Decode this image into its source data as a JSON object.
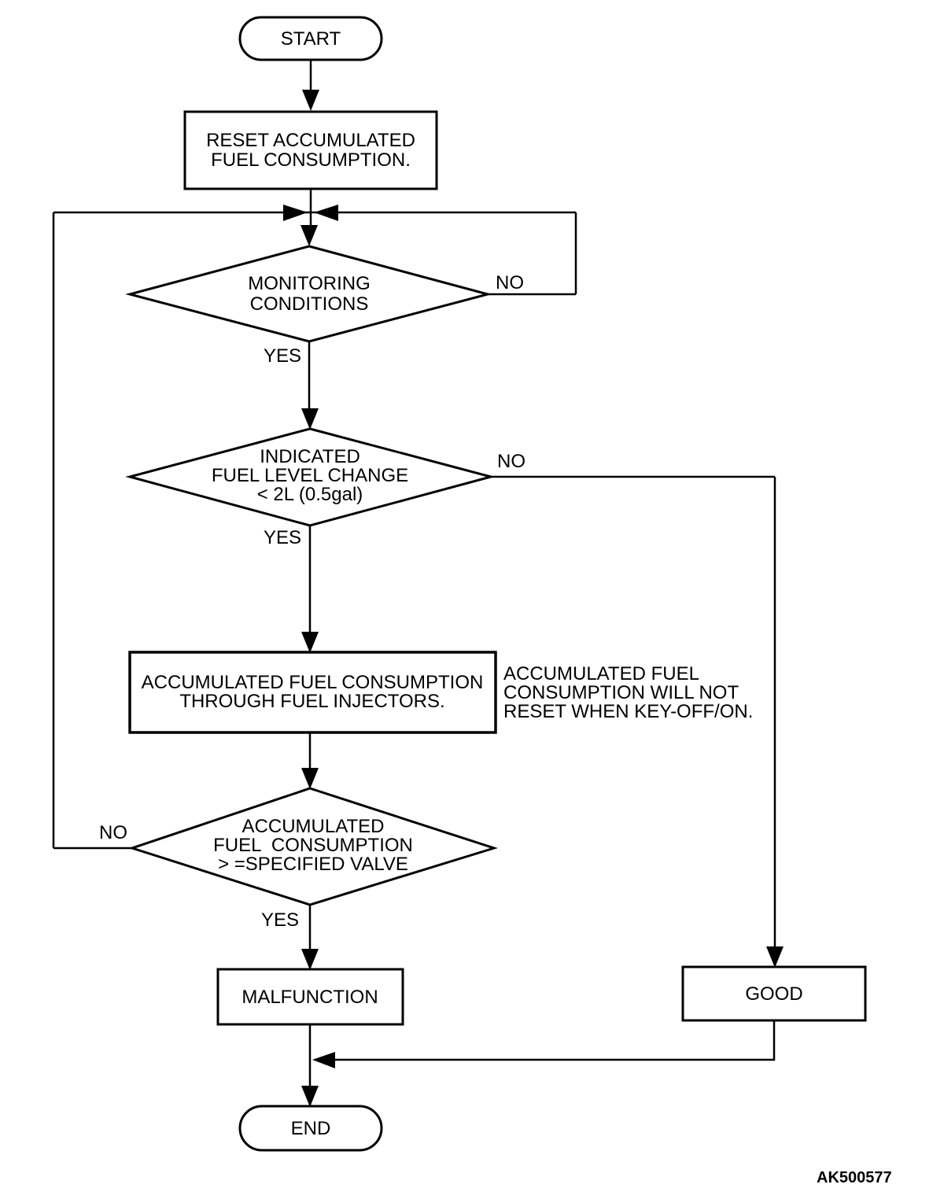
{
  "figure": {
    "id_label": "AK500577",
    "background": "#ffffff",
    "line_color": "#000000"
  },
  "nodes": {
    "start": {
      "type": "terminator",
      "label": "START"
    },
    "reset": {
      "type": "process",
      "line1": "RESET ACCUMULATED",
      "line2": "FUEL CONSUMPTION."
    },
    "monitoring": {
      "type": "decision",
      "line1": "MONITORING",
      "line2": "CONDITIONS"
    },
    "fuel_level": {
      "type": "decision",
      "line1": "INDICATED",
      "line2": "FUEL LEVEL CHANGE",
      "line3": "< 2L (0.5gal)"
    },
    "accumulated": {
      "type": "process",
      "line1": "ACCUMULATED FUEL CONSUMPTION",
      "line2": "THROUGH FUEL INJECTORS."
    },
    "side_note": {
      "type": "annotation",
      "line1": "ACCUMULATED FUEL",
      "line2": "CONSUMPTION WILL NOT",
      "line3": "RESET WHEN KEY-OFF/ON."
    },
    "threshold": {
      "type": "decision",
      "line1": "ACCUMULATED",
      "line2": "FUEL  CONSUMPTION",
      "line3": "> =SPECIFIED VALVE"
    },
    "malfunction": {
      "type": "process",
      "label": "MALFUNCTION"
    },
    "good": {
      "type": "process",
      "label": "GOOD"
    },
    "end": {
      "type": "terminator",
      "label": "END"
    }
  },
  "edge_labels": {
    "monitoring_no": "NO",
    "monitoring_yes": "YES",
    "fuel_level_no": "NO",
    "fuel_level_yes": "YES",
    "threshold_no": "NO",
    "threshold_yes": "YES"
  }
}
